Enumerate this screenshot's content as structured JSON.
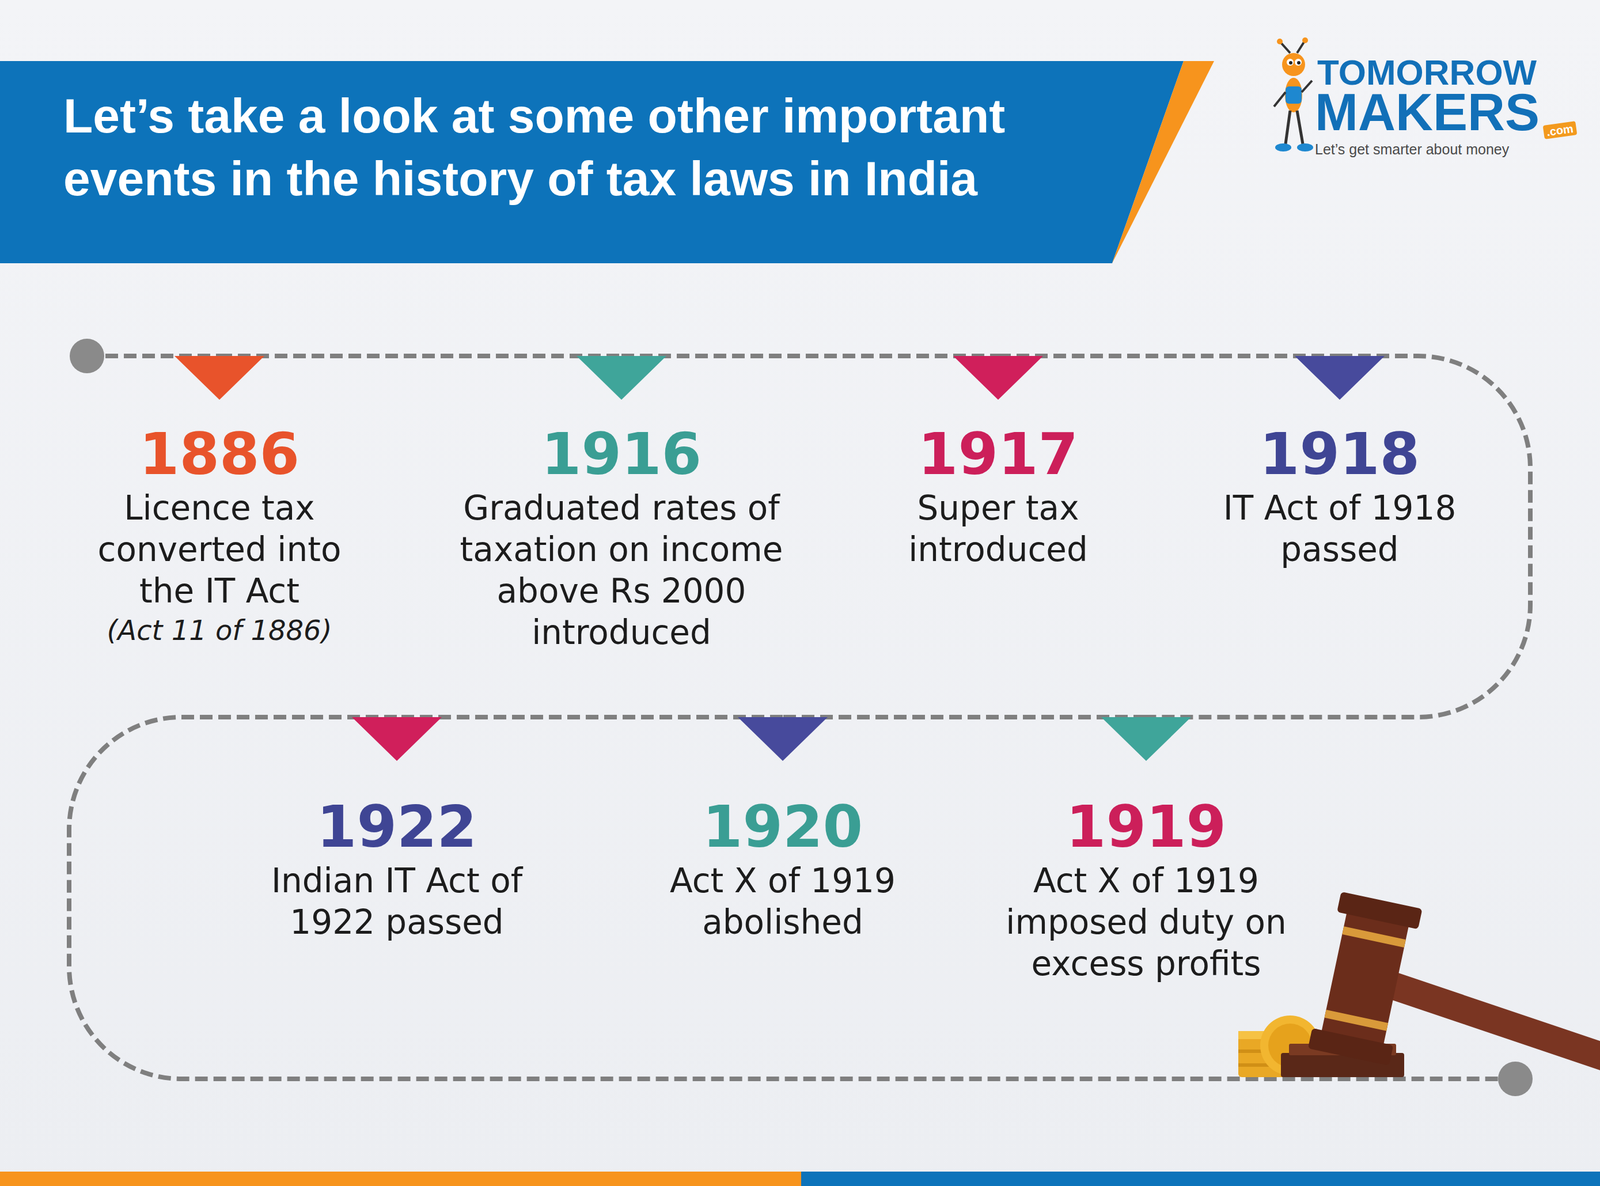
{
  "diagram": {
    "title": "Let’s take a look at some other important events in the history of tax laws in India",
    "nodes": [
      {
        "text": [
          "1886",
          "Licence tax converted into the IT Act",
          "(Act 11 of 1886)"
        ]
      },
      {
        "text": [
          "1916",
          "Graduated rates of taxation on income above Rs 2000 introduced"
        ]
      },
      {
        "text": [
          "1917",
          "Super tax introduced"
        ]
      },
      {
        "text": [
          "1918",
          "IT Act of 1918 passed"
        ]
      },
      {
        "text": [
          "1919",
          "Act X of 1919 imposed duty on excess profits"
        ]
      },
      {
        "text": [
          "1920",
          "Act X of 1919 abolished"
        ]
      },
      {
        "text": [
          "1922",
          "Indian IT Act of 1922 passed"
        ]
      }
    ],
    "edges": [
      {
        "from": 0,
        "to": 1,
        "arrow": "none"
      },
      {
        "from": 1,
        "to": 2,
        "arrow": "none"
      },
      {
        "from": 2,
        "to": 3,
        "arrow": "none"
      },
      {
        "from": 3,
        "to": 4,
        "arrow": "none"
      },
      {
        "from": 4,
        "to": 5,
        "arrow": "none"
      },
      {
        "from": 5,
        "to": 6,
        "arrow": "none"
      }
    ],
    "labels": [
      "TOMORROW",
      "MAKERS",
      ".com",
      "Let’s get smarter about money"
    ]
  }
}
